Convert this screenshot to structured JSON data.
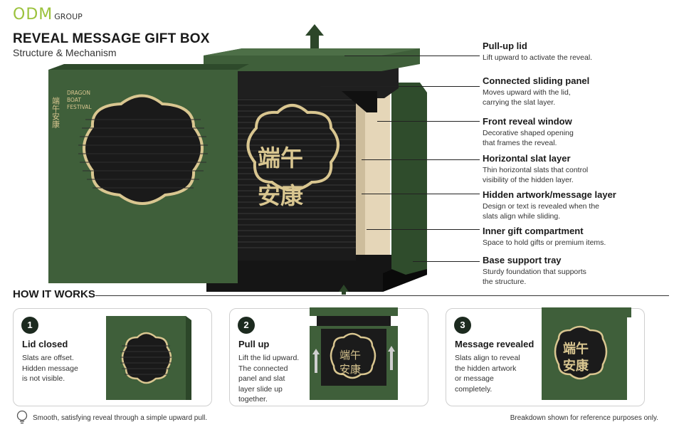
{
  "brand": {
    "logo": "ODM",
    "logo_suffix": "GROUP"
  },
  "header": {
    "title": "REVEAL MESSAGE GIFT BOX",
    "subtitle": "Structure & Mechanism"
  },
  "box_art": {
    "side_title_cn": "端午安康",
    "side_title_en": [
      "DRAGON",
      "BOAT",
      "FESTIVAL"
    ],
    "message_cn": [
      "端午",
      "安康"
    ]
  },
  "callouts": [
    {
      "title": "Pull-up lid",
      "desc": "Lift upward to activate the reveal."
    },
    {
      "title": "Connected sliding panel",
      "desc": "Moves upward with the lid,\ncarrying the slat layer."
    },
    {
      "title": "Front reveal window",
      "desc": "Decorative shaped opening\nthat frames the reveal."
    },
    {
      "title": "Horizontal slat layer",
      "desc": "Thin horizontal slats that control\nvisibility of the hidden layer."
    },
    {
      "title": "Hidden artwork/message layer",
      "desc": "Design or text is revealed when the\nslats align while sliding."
    },
    {
      "title": "Inner gift compartment",
      "desc": "Space to hold gifts or premium items."
    },
    {
      "title": "Base support tray",
      "desc": "Sturdy foundation that supports\nthe structure."
    }
  ],
  "how_it_works": {
    "heading": "HOW IT WORKS",
    "steps": [
      {
        "num": "1",
        "title": "Lid closed",
        "desc": "Slats are offset.\nHidden message\nis not visible."
      },
      {
        "num": "2",
        "title": "Pull up",
        "desc": "Lift the lid upward.\nThe connected\npanel and slat\nlayer slide up\ntogether."
      },
      {
        "num": "3",
        "title": "Message revealed",
        "desc": "Slats align to reveal\nthe hidden artwork\nor message\ncompletely."
      }
    ]
  },
  "footer": {
    "tip": "Smooth, satisfying reveal through a simple upward pull.",
    "note": "Breakdown shown for reference purposes only."
  },
  "colors": {
    "box_green": "#3f5f3a",
    "dark_green": "#2c4629",
    "gold": "#d9c690",
    "slat": "#1e1e1e",
    "accent_logo": "#9bc23c"
  }
}
